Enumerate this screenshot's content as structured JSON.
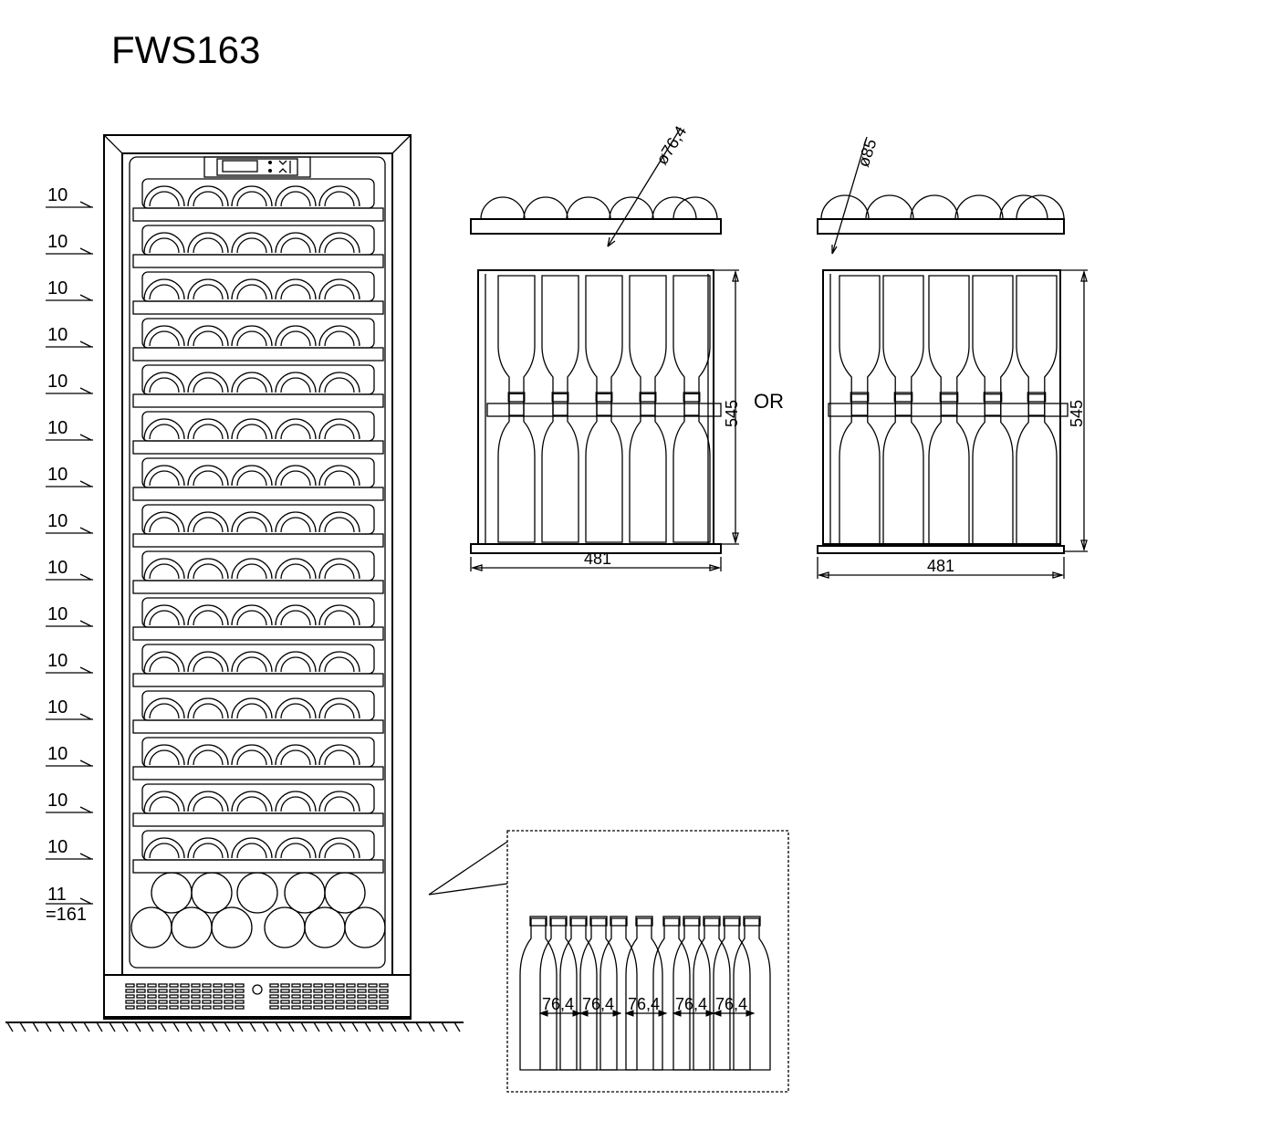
{
  "title": "FWS163",
  "shelf_counts": [
    "10",
    "10",
    "10",
    "10",
    "10",
    "10",
    "10",
    "10",
    "10",
    "10",
    "10",
    "10",
    "10",
    "10",
    "10"
  ],
  "bottom_count": "11",
  "total": "=161",
  "separator": "OR",
  "view1": {
    "diameter": "ø76,4",
    "width": "481",
    "depth": "545"
  },
  "view2": {
    "diameter": "ø85",
    "width": "481",
    "depth": "545"
  },
  "detail": {
    "spacings": [
      "76,4",
      "76,4",
      "76,4",
      "76,4",
      "76,4"
    ]
  }
}
